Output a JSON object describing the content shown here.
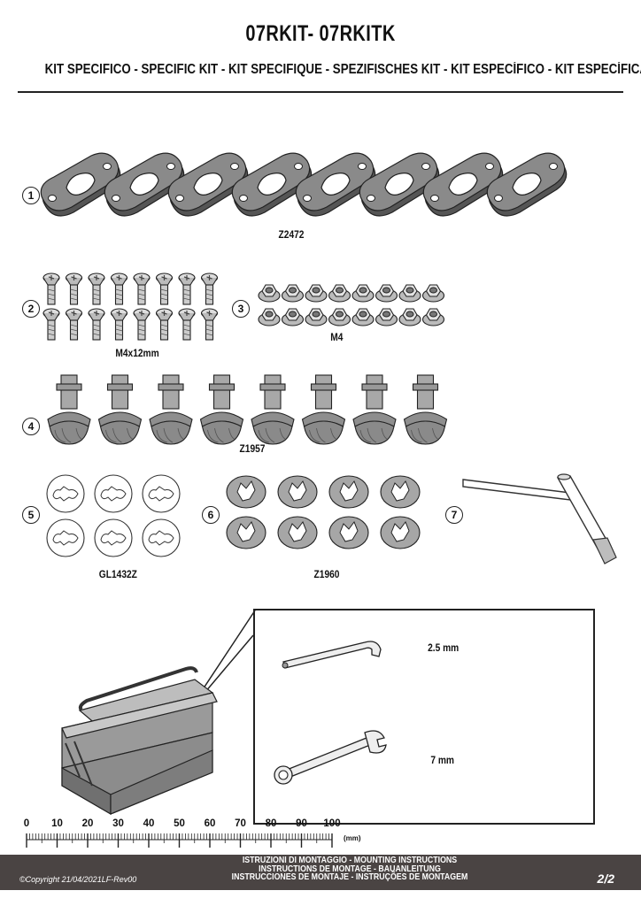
{
  "header": {
    "title": "07RKIT- 07RKITK",
    "subtitle": "KIT SPECIFICO - SPECIFIC KIT - KIT SPECIFIQUE - SPEZIFISCHES KIT - KIT ESPECÍFICO - KIT ESPECÍFICA"
  },
  "items": [
    {
      "number": "1",
      "code": "Z2472",
      "quantity": 8
    },
    {
      "number": "2",
      "code": "M4x12mm",
      "quantity": 16
    },
    {
      "number": "3",
      "code": "M4",
      "quantity": 16
    },
    {
      "number": "4",
      "code": "Z1957",
      "quantity": 8
    },
    {
      "number": "5",
      "code": "GL1432Z",
      "quantity": 6
    },
    {
      "number": "6",
      "code": "Z1960",
      "quantity": 8
    },
    {
      "number": "7",
      "code": "",
      "quantity": 1
    }
  ],
  "tools": [
    {
      "label": "2.5 mm",
      "icon": "hex-key-icon"
    },
    {
      "label": "7 mm",
      "icon": "combination-wrench-icon"
    }
  ],
  "ruler": {
    "numbers": [
      "0",
      "10",
      "20",
      "30",
      "40",
      "50",
      "60",
      "70",
      "80",
      "90",
      "100"
    ],
    "unit": "(mm)"
  },
  "footer": {
    "line1": "ISTRUZIONI DI MONTAGGIO  -  MOUNTING INSTRUCTIONS",
    "line2": "INSTRUCTIONS DE MONTAGE - BAUANLEITUNG",
    "line3": "INSTRUCCIONES DE MONTAJE - INSTRUÇÕES DE MONTAGEM",
    "copyright": "©Copyright 21/04/2021LF-Rev00",
    "page": "2/2"
  },
  "colors": {
    "part_fill": "#8a8a8a",
    "part_dark": "#555555",
    "footer_bg": "#4a4443"
  }
}
